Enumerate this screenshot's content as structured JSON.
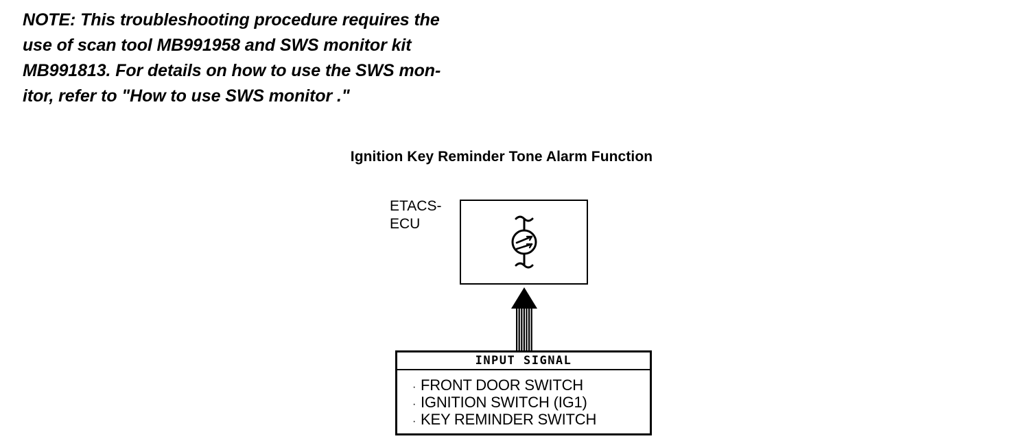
{
  "note": {
    "lines": [
      "NOTE: This troubleshooting procedure requires the",
      "use of scan tool MB991958 and SWS monitor kit",
      "MB991813. For details on how to use the SWS mon-",
      "itor, refer to \"How to use SWS monitor .\""
    ]
  },
  "diagram": {
    "title": "Ignition Key Reminder Tone Alarm Function",
    "ecu": {
      "label": "ETACS-\nECU",
      "symbol_name": "buzzer-tone-alarm-symbol"
    },
    "arrow": {
      "name": "input-signal-arrow",
      "direction": "up",
      "shaft_stripes": 7
    },
    "input_signal": {
      "header": "INPUT SIGNAL",
      "bullet": "·",
      "items": [
        "FRONT DOOR SWITCH",
        "IGNITION SWITCH (IG1)",
        "KEY REMINDER SWITCH"
      ]
    }
  },
  "colors": {
    "ink": "#000000",
    "paper": "#ffffff"
  }
}
